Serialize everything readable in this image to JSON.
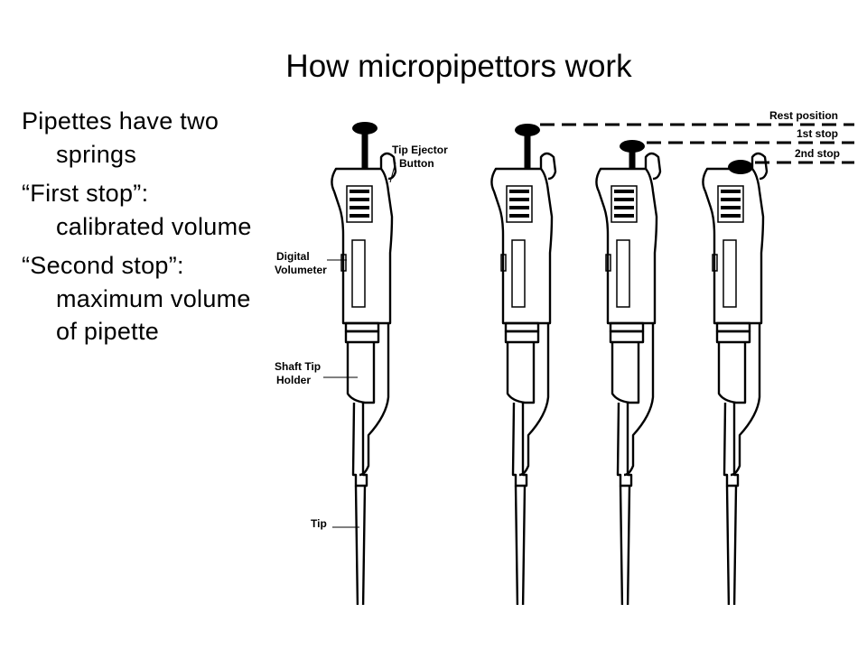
{
  "slide": {
    "title": "How micropipettors work",
    "bullets": [
      "Pipettes have two springs",
      "“First stop”: calibrated volume",
      "“Second stop”: maximum volume of pipette"
    ]
  },
  "figure": {
    "labels": {
      "tip_ejector_button_line1": "Tip Ejector",
      "tip_ejector_button_line2": "Button",
      "digital_volumeter_line1": "Digital",
      "digital_volumeter_line2": "Volumeter",
      "shaft_tip_holder_line1": "Shaft Tip",
      "shaft_tip_holder_line2": "Holder",
      "tip": "Tip",
      "rest_position": "Rest position",
      "first_stop": "1st stop",
      "second_stop": "2nd stop"
    }
  }
}
